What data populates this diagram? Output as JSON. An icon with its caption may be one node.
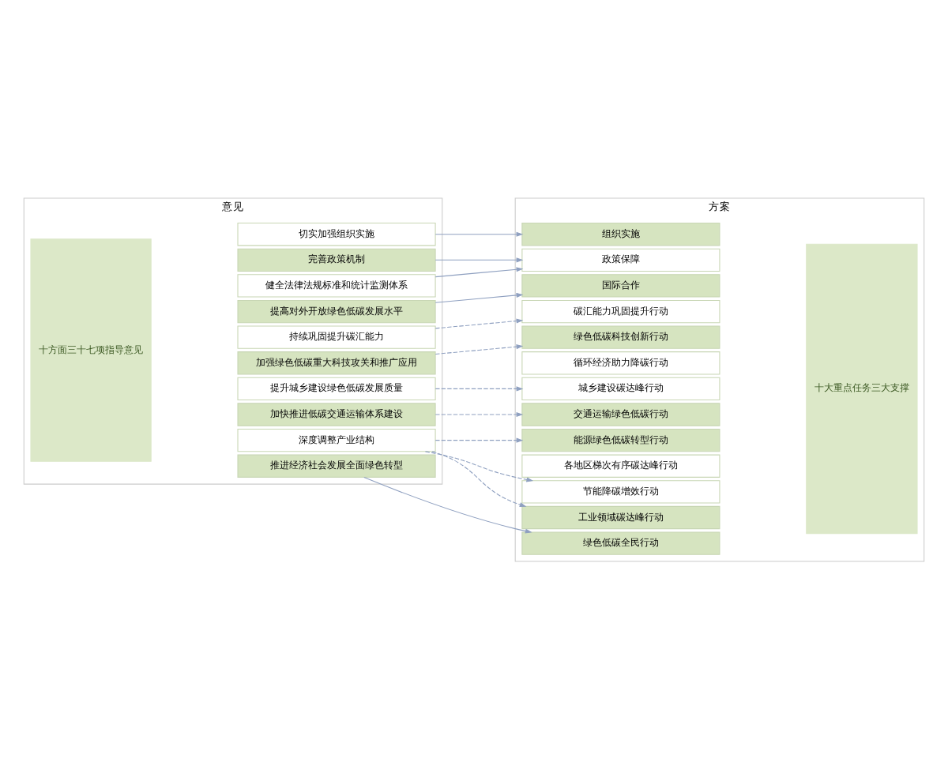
{
  "diagram": {
    "nodes": [
      {
        "text": [
          "意见"
        ],
        "beside": [
          "十方面三十七项指导意见"
        ]
      },
      {
        "text": [
          "推进经济社会发展全面绿色转型"
        ],
        "in": 0
      },
      {
        "text": [
          "深度调整产业结构"
        ],
        "in": 0
      },
      {
        "text": [
          "加快推进低碳交通运输体系建设"
        ],
        "in": 0
      },
      {
        "text": [
          "提升城乡建设绿色低碳发展质量"
        ],
        "in": 0
      },
      {
        "text": [
          "加强绿色低碳重大科技攻关和推广应用"
        ],
        "in": 0
      },
      {
        "text": [
          "持续巩固提升碳汇能力"
        ],
        "in": 0
      },
      {
        "text": [
          "提高对外开放绿色低碳发展水平"
        ],
        "in": 0
      },
      {
        "text": [
          "健全法律法规标准和统计监测体系"
        ],
        "in": 0
      },
      {
        "text": [
          "完善政策机制"
        ],
        "in": 0
      },
      {
        "text": [
          "切实加强组织实施"
        ],
        "in": 0
      },
      {
        "text": [
          "方案"
        ],
        "beside": [
          "十大重点任务三大支撑"
        ]
      },
      {
        "text": [
          "能源绿色低碳转型行动"
        ],
        "in": 11
      },
      {
        "text": [
          "节能降碳增效行动"
        ],
        "in": 11
      },
      {
        "text": [
          "工业领域碳达峰行动"
        ],
        "in": 11
      },
      {
        "text": [
          "城乡建设碳达峰行动"
        ],
        "in": 11
      },
      {
        "text": [
          "交通运输绿色低碳行动"
        ],
        "in": 11
      },
      {
        "text": [
          "循环经济助力降碳行动"
        ],
        "in": 11
      },
      {
        "text": [
          "绿色低碳科技创新行动"
        ],
        "in": 11
      },
      {
        "text": [
          "碳汇能力巩固提升行动"
        ],
        "in": 11
      },
      {
        "text": [
          "绿色低碳全民行动"
        ],
        "in": 11
      },
      {
        "text": [
          "各地区梯次有序碳达峰行动"
        ],
        "in": 11
      },
      {
        "text": [
          "国际合作"
        ],
        "in": 11
      },
      {
        "text": [
          "政策保障"
        ],
        "in": 11
      },
      {
        "text": [
          "组织实施"
        ],
        "in": 11
      }
    ],
    "edges": [
      {
        "from": 1,
        "to": 20,
        "arrow": "to"
      },
      {
        "from": 2,
        "to": 12,
        "arrow": "to",
        "style": "dashed"
      },
      {
        "from": 2,
        "to": 13,
        "arrow": "to",
        "style": "dashed"
      },
      {
        "from": 2,
        "to": 14,
        "arrow": "to",
        "style": "dashed"
      },
      {
        "from": 3,
        "to": 16,
        "arrow": "to",
        "style": "dashed"
      },
      {
        "from": 4,
        "to": 15,
        "arrow": "to",
        "style": "dashed"
      },
      {
        "from": 5,
        "to": 18,
        "arrow": "to",
        "style": "dashed"
      },
      {
        "from": 6,
        "to": 19,
        "arrow": "to",
        "style": "dashed"
      },
      {
        "from": 7,
        "to": 22,
        "arrow": "to"
      },
      {
        "from": 8,
        "to": 23,
        "arrow": "to"
      },
      {
        "from": 9,
        "to": 23,
        "arrow": "to"
      },
      {
        "from": 10,
        "to": 24,
        "arrow": "to"
      }
    ]
  }
}
